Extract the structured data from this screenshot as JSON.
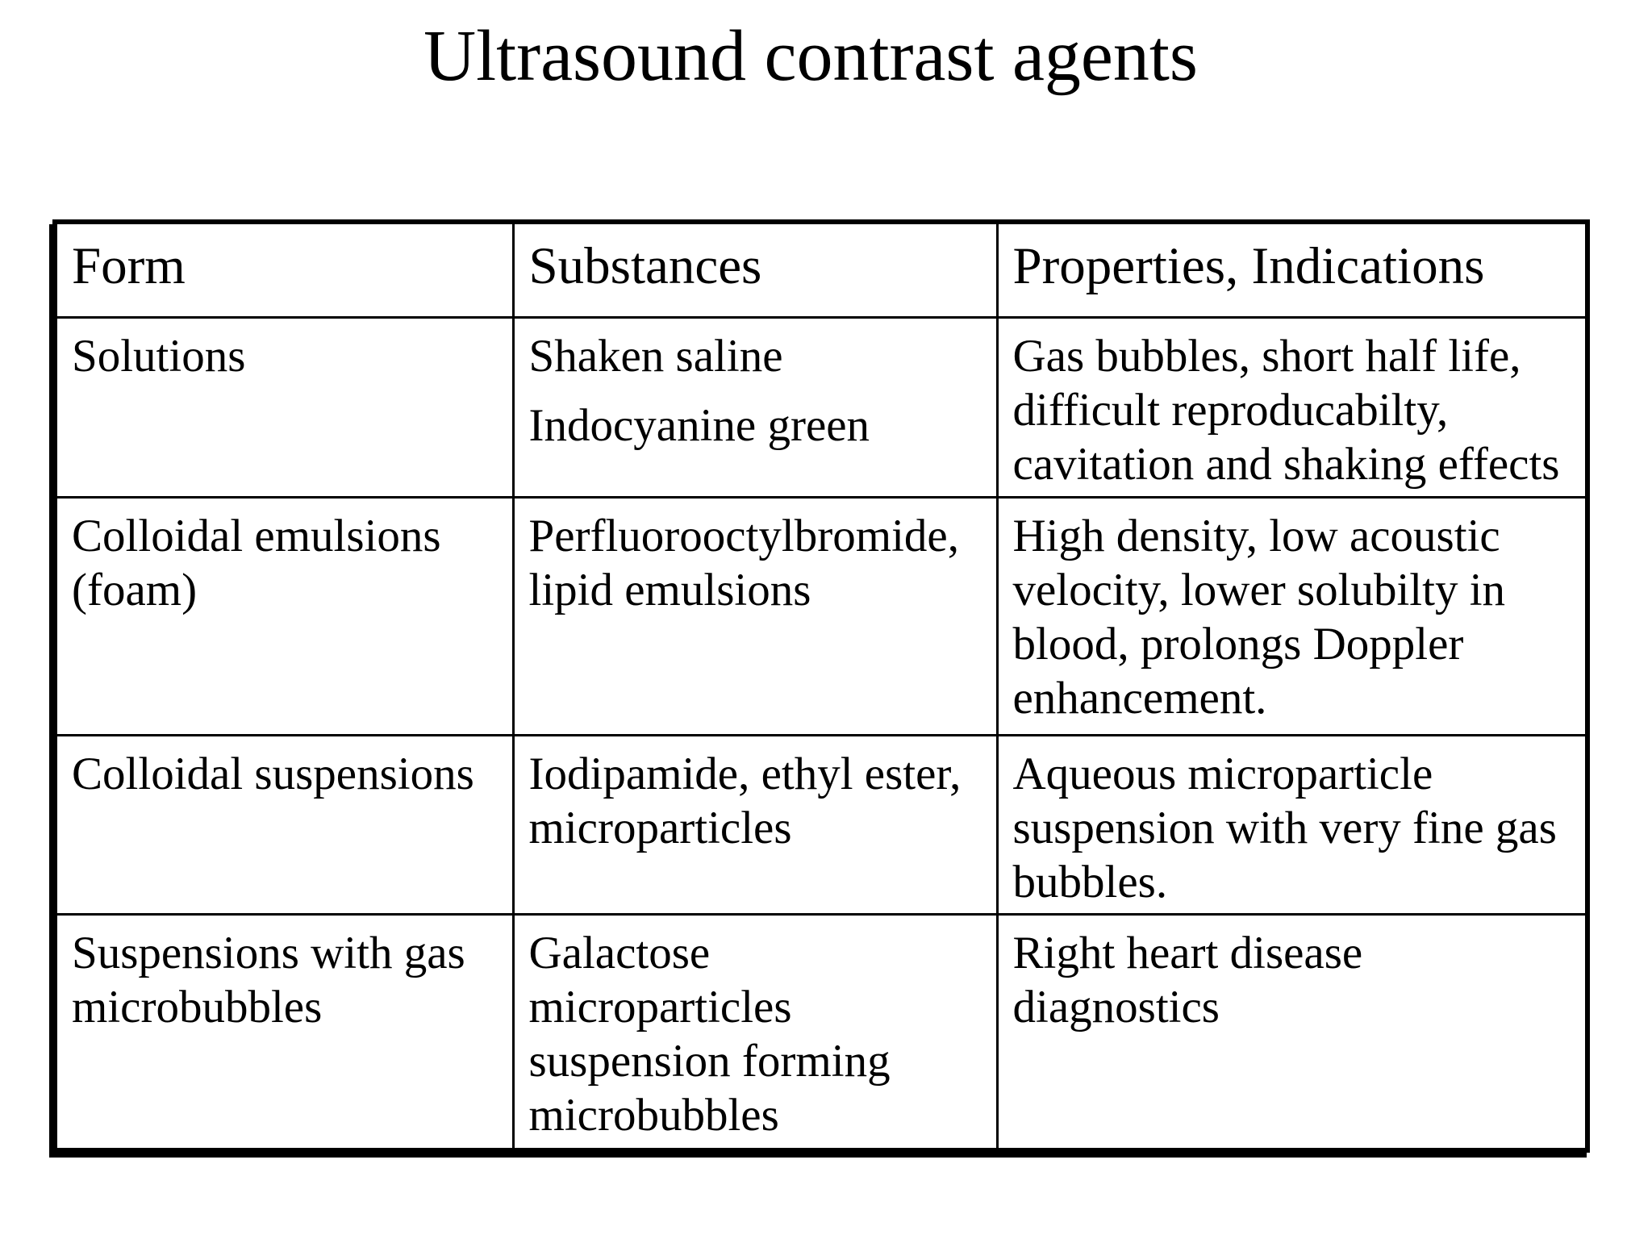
{
  "title": "Ultrasound contrast agents",
  "table": {
    "headers": [
      "Form",
      "Substances",
      "Properties, Indications"
    ],
    "rows": [
      {
        "form": [
          [
            "Solutions"
          ]
        ],
        "substances": [
          [
            "Shaken saline"
          ],
          [
            "Indocyanine green"
          ]
        ],
        "properties": [
          [
            "Gas bubbles, short half life,",
            "difficult reproducabilty,",
            "cavitation and shaking effects"
          ]
        ]
      },
      {
        "form": [
          [
            "Colloidal emulsions",
            "(foam)"
          ]
        ],
        "substances": [
          [
            "Perfluorooctylbromide,",
            "lipid emulsions"
          ]
        ],
        "properties": [
          [
            "High density, low acoustic",
            "velocity, lower solubilty in",
            "blood, prolongs Doppler",
            "enhancement."
          ]
        ]
      },
      {
        "form": [
          [
            "Colloidal suspensions"
          ]
        ],
        "substances": [
          [
            "Iodipamide, ethyl ester,",
            "microparticles"
          ]
        ],
        "properties": [
          [
            "Aqueous microparticle",
            "suspension with very fine gas",
            "bubbles."
          ]
        ]
      },
      {
        "form": [
          [
            "Suspensions with gas",
            "microbubbles"
          ]
        ],
        "substances": [
          [
            "Galactose",
            "microparticles",
            "suspension forming",
            "microbubbles"
          ]
        ],
        "properties": [
          [
            "Right heart disease",
            "diagnostics"
          ]
        ]
      }
    ]
  }
}
